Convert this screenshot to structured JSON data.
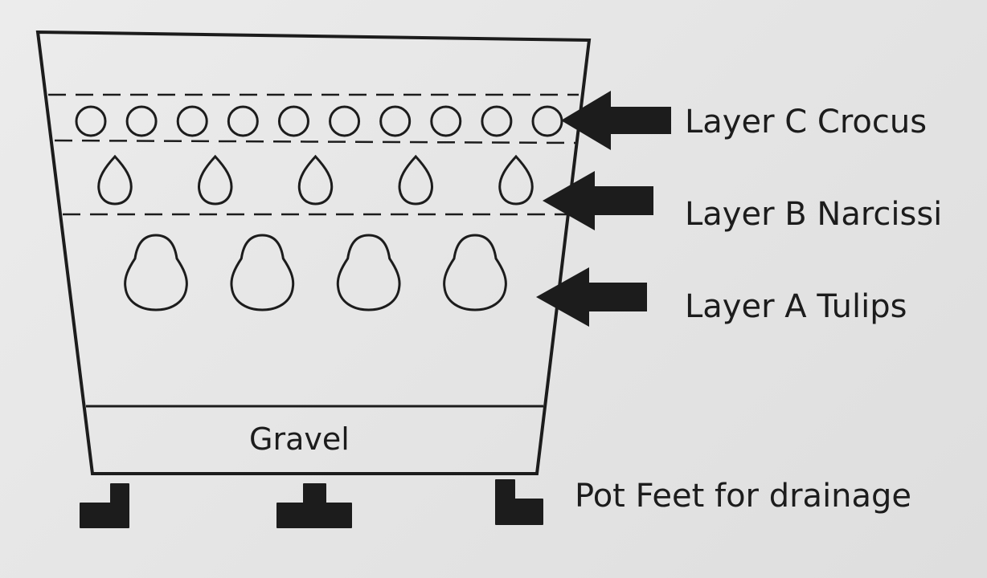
{
  "labels": {
    "layer_c": "Layer C Crocus",
    "layer_b": "Layer B Narcissi",
    "layer_a": "Layer A Tulips",
    "gravel": "Gravel",
    "pot_feet": "Pot Feet for drainage"
  },
  "bulbs": {
    "crocus_count": 10,
    "narcissi_count": 5,
    "tulip_count": 4
  },
  "colors": {
    "ink": "#1c1c1c",
    "background": "#e8e8e8"
  }
}
